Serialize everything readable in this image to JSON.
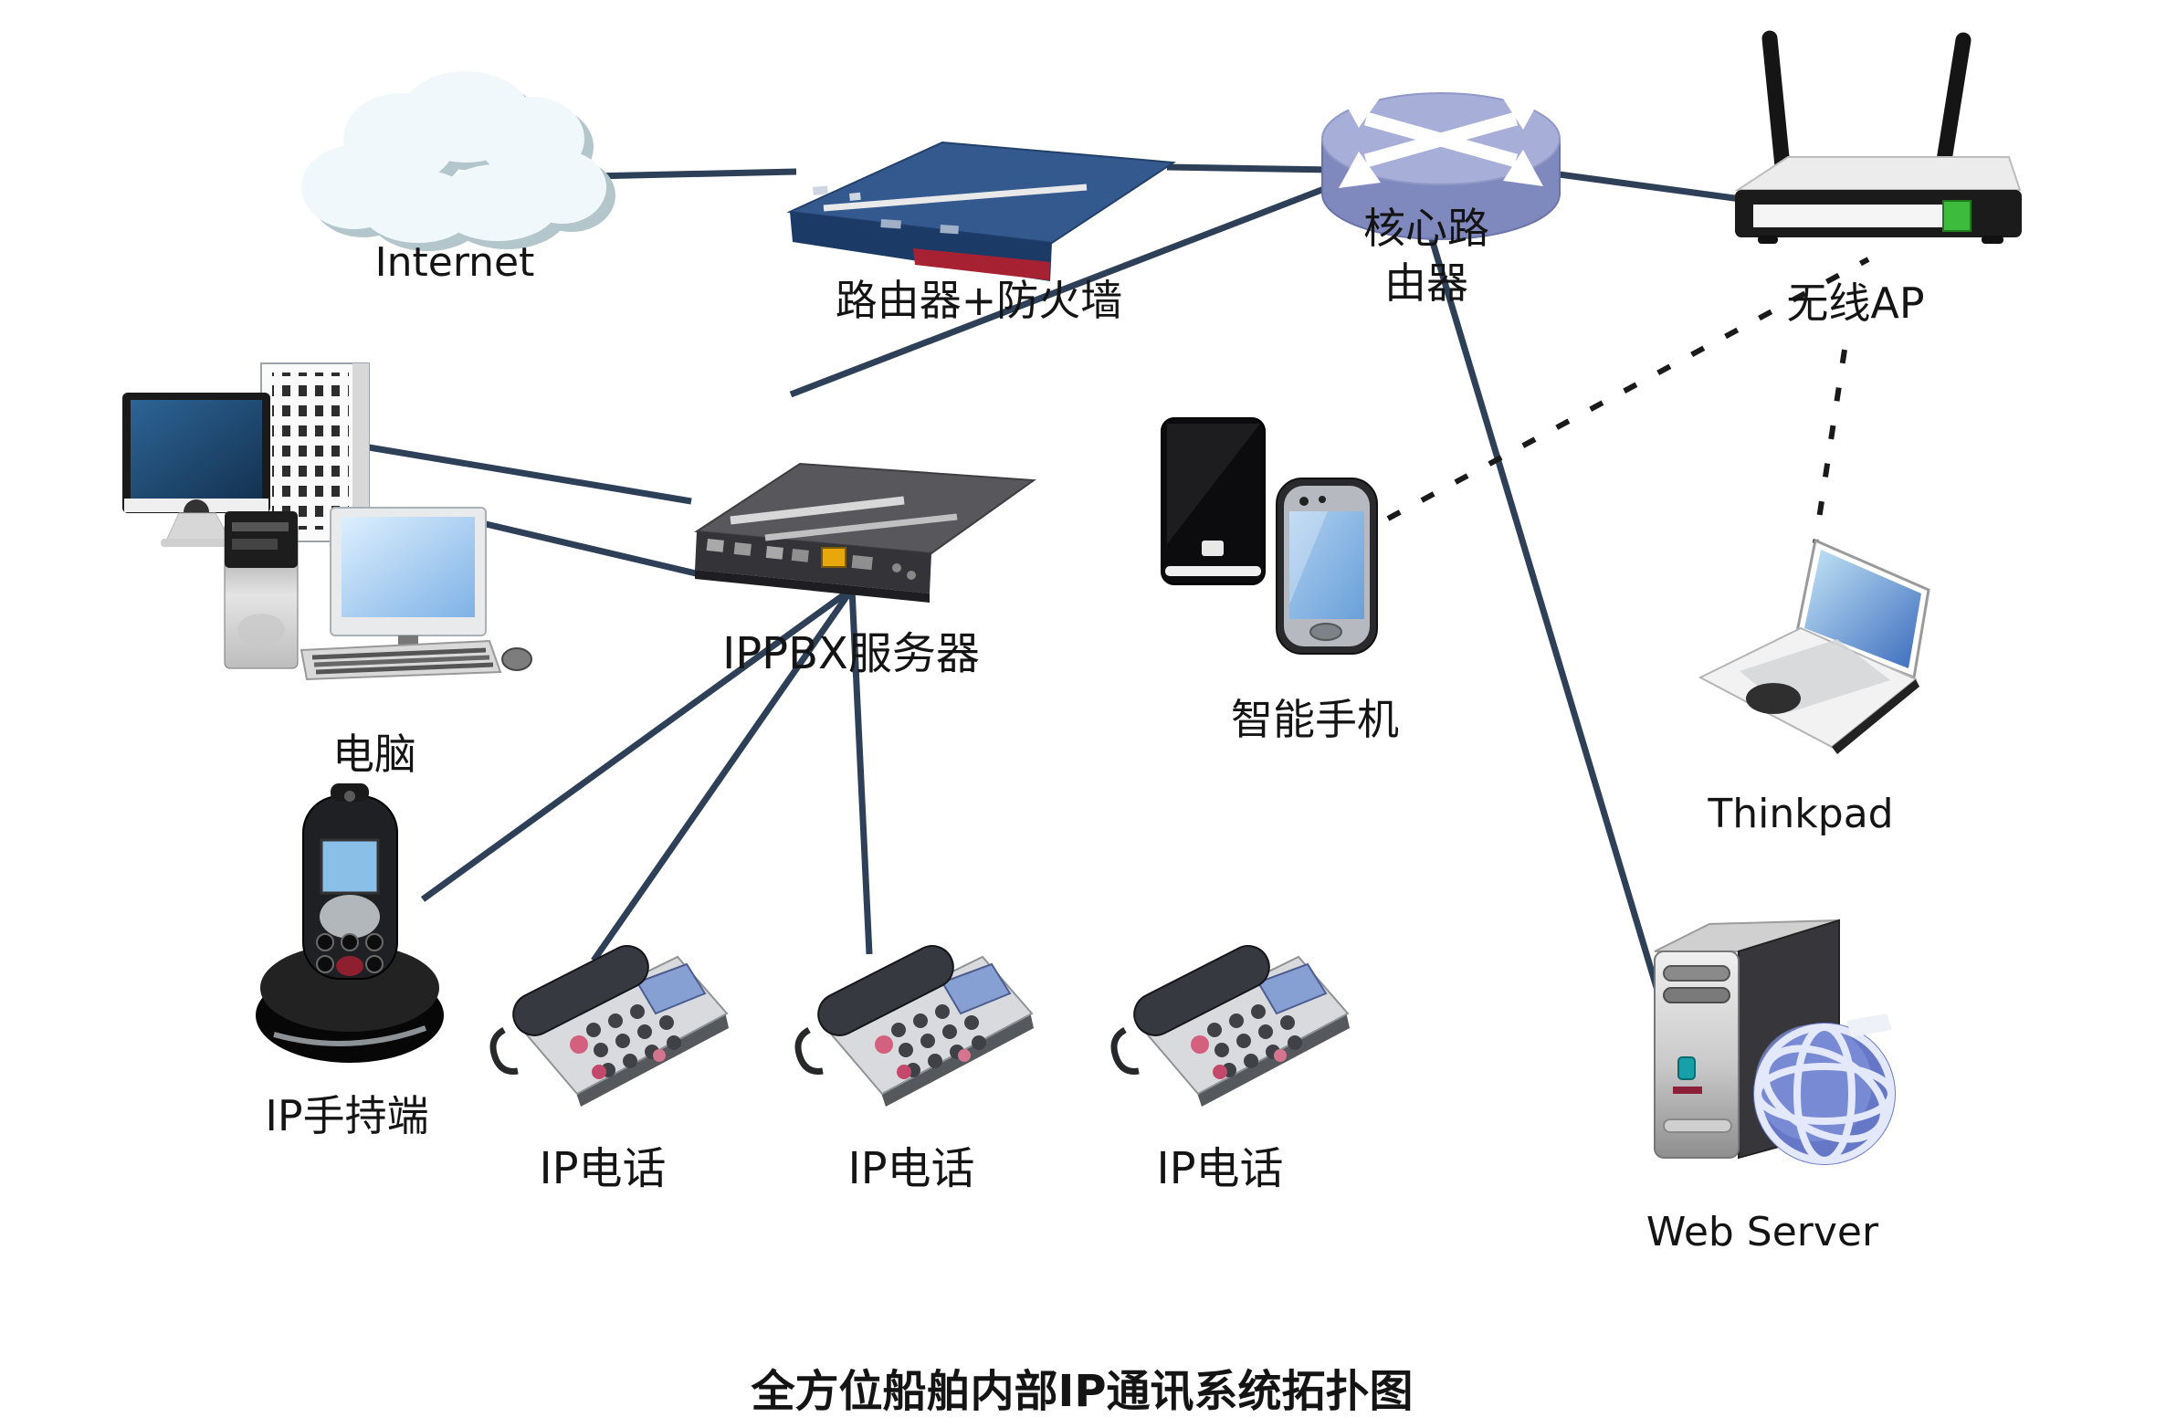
{
  "title": "全方位船舶内部IP通讯系统拓扑图",
  "nodes": {
    "internet": {
      "label": "Internet"
    },
    "router_firewall": {
      "label": "路由器+防火墙"
    },
    "core_router": {
      "label": "核心路由器",
      "label_line1": "核心路",
      "label_line2": "由器"
    },
    "wireless_ap": {
      "label": "无线AP"
    },
    "computers": {
      "label": "电脑"
    },
    "ippbx_server": {
      "label": "IPPBX服务器"
    },
    "smartphones": {
      "label": "智能手机"
    },
    "thinkpad": {
      "label": "Thinkpad"
    },
    "ip_handset": {
      "label": "IP手持端"
    },
    "ip_phone_1": {
      "label": "IP电话"
    },
    "ip_phone_2": {
      "label": "IP电话"
    },
    "ip_phone_3": {
      "label": "IP电话"
    },
    "web_server": {
      "label": "Web Server"
    }
  },
  "connections": [
    {
      "from": "internet",
      "to": "router_firewall",
      "style": "solid"
    },
    {
      "from": "router_firewall",
      "to": "core_router",
      "style": "solid"
    },
    {
      "from": "core_router",
      "to": "ippbx_server",
      "style": "solid"
    },
    {
      "from": "core_router",
      "to": "wireless_ap",
      "style": "solid"
    },
    {
      "from": "core_router",
      "to": "web_server",
      "style": "solid"
    },
    {
      "from": "computers",
      "to": "ippbx_server",
      "style": "solid"
    },
    {
      "from": "computers",
      "to": "ippbx_server",
      "style": "solid"
    },
    {
      "from": "ippbx_server",
      "to": "ip_handset",
      "style": "solid"
    },
    {
      "from": "ippbx_server",
      "to": "ip_phone_1",
      "style": "solid"
    },
    {
      "from": "ippbx_server",
      "to": "ip_phone_2",
      "style": "solid"
    },
    {
      "from": "smartphones",
      "to": "wireless_ap",
      "style": "dashed"
    },
    {
      "from": "wireless_ap",
      "to": "thinkpad",
      "style": "dashed"
    }
  ],
  "colors": {
    "link": "#2e4057",
    "dashed_link": "#1a1a1a",
    "router_blue": "#33598f",
    "firewall_red": "#a62233",
    "core_router_purple": "#9aa3cf",
    "ap_port_green": "#3dbb3d",
    "ippbx_port_yellow": "#e8a80c",
    "globe_blue": "#6677c8"
  }
}
